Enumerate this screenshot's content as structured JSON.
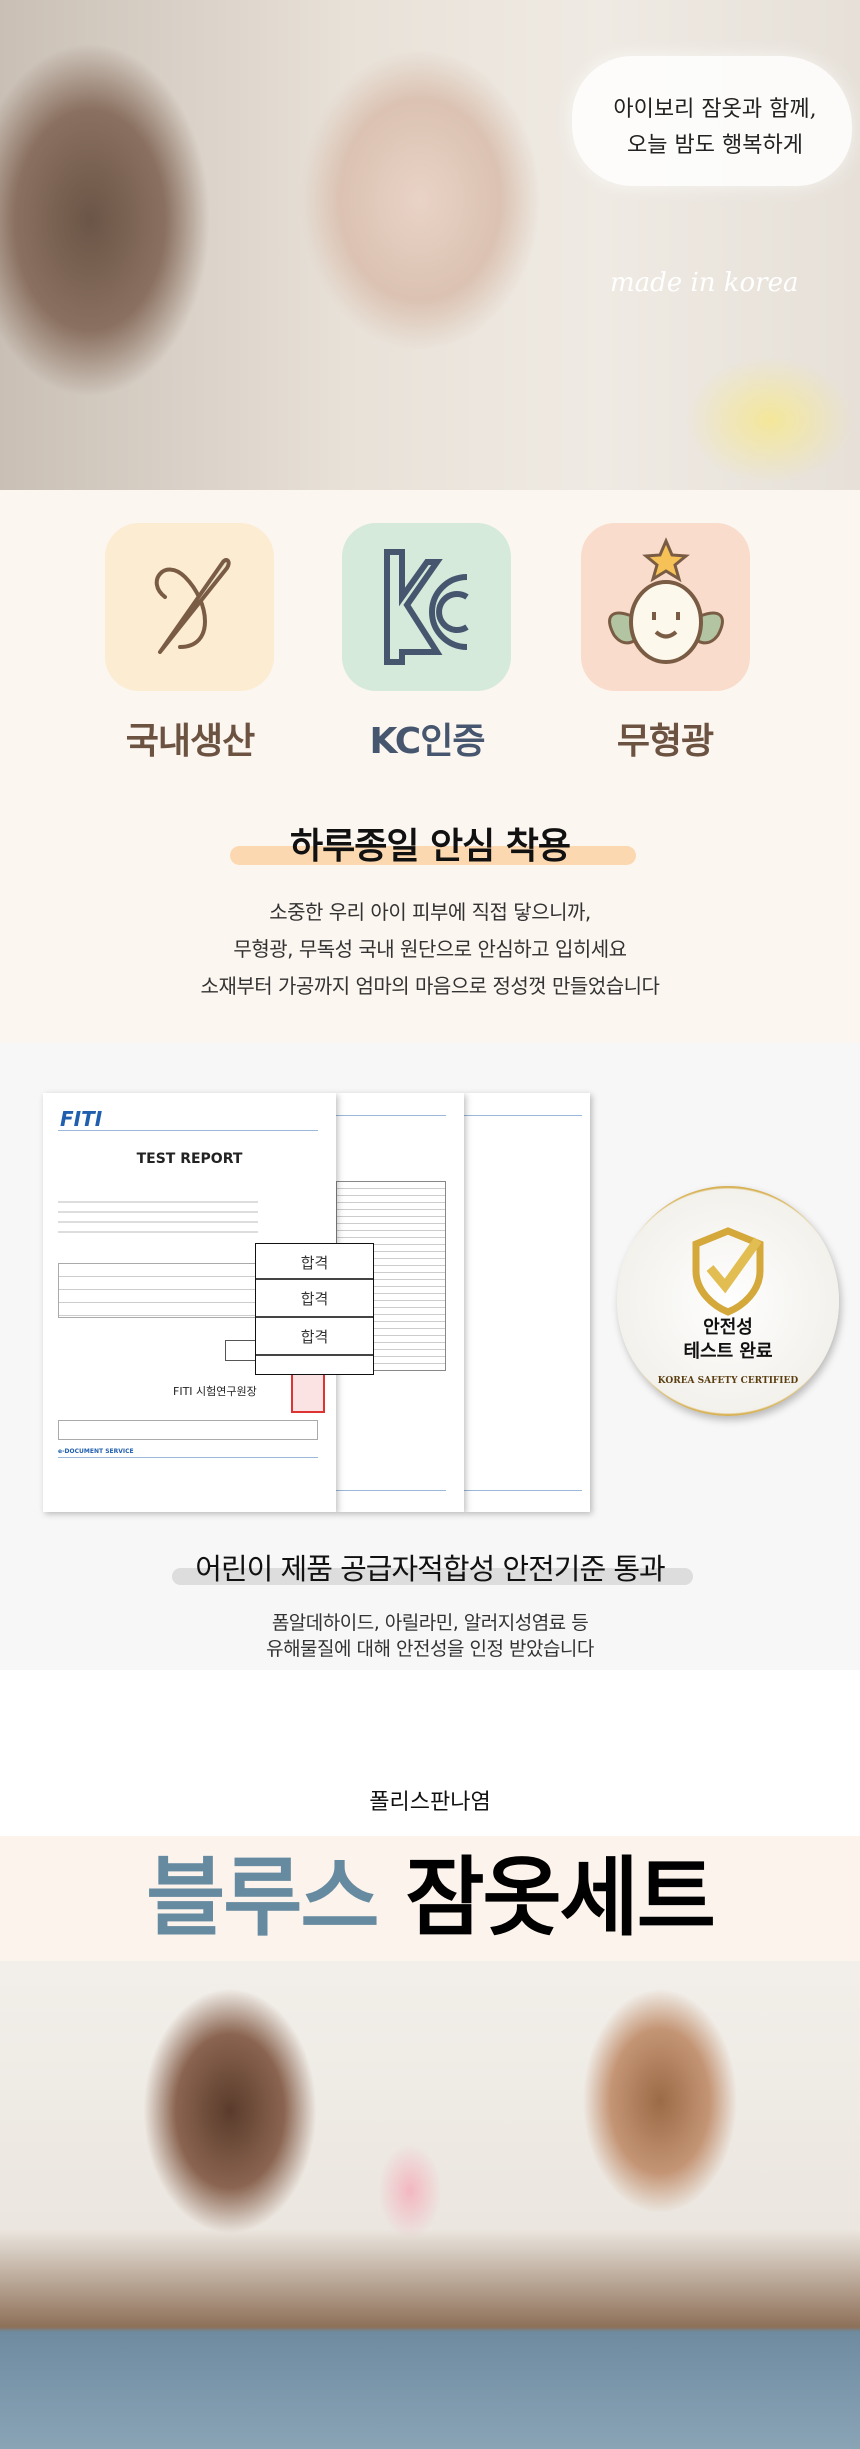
{
  "hero": {
    "speech_line1": "아이보리 잠옷과 함께,",
    "speech_line2": "오늘 밤도 행복하게",
    "made_in": "made in korea"
  },
  "features": [
    {
      "label": "국내생산",
      "icon": "needle-icon",
      "color": "#6b5241",
      "bg": "#fbecd2"
    },
    {
      "label": "KC인증",
      "icon": "kc-mark-icon",
      "color": "#46566f",
      "bg": "#d5eadb"
    },
    {
      "label": "무형광",
      "icon": "smiley-sprout-icon",
      "color": "#6b5241",
      "bg": "#f9dccb"
    }
  ],
  "safety": {
    "title": "하루종일 안심 착용",
    "lines": [
      "소중한 우리 아이 피부에 직접 닿으니까,",
      "무형광, 무독성 국내 원단으로 안심하고 입히세요",
      "소재부터 가공까지 엄마의 마음으로 정성껏 만들었습니다"
    ]
  },
  "report": {
    "logo": "FITI",
    "doc_title": "TEST REPORT",
    "results": [
      "합격",
      "합격",
      "합격"
    ],
    "institute": "FITI 시험연구원장",
    "service": "e-DOCUMENT SERVICE",
    "badge_line1": "안전성",
    "badge_line2": "테스트 완료",
    "badge_ring": "KOREA SAFETY CERTIFIED"
  },
  "cert": {
    "title": "어린이 제품 공급자적합성 안전기준 통과",
    "lines": [
      "폼알데하이드, 아릴라민, 알러지성염료 등",
      "유해물질에 대해 안전성을 인정 받았습니다"
    ]
  },
  "product": {
    "fabric": "폴리스판나염",
    "title_accent": "블루스",
    "title_rest": "잠옷세트",
    "accent_color": "#668aa0"
  }
}
